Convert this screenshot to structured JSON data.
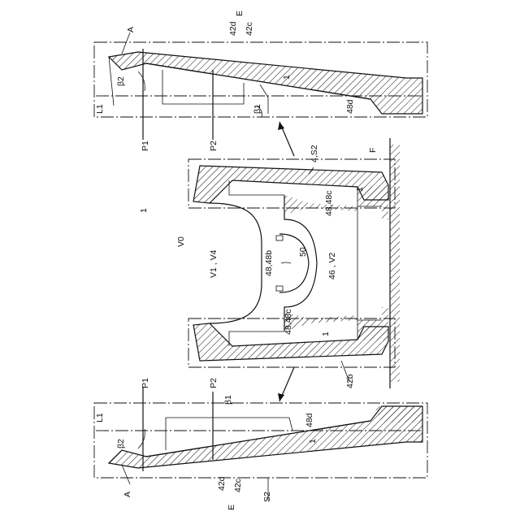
{
  "labels": {
    "A": "A",
    "E": "E",
    "F": "F",
    "L1": "L1",
    "P1": "P1",
    "P2": "P2",
    "beta1": "β1",
    "beta2": "β2",
    "ref_42d": "42d",
    "ref_42c": "42c",
    "ref_42b": "42b",
    "ref_48d": "48d",
    "ref_48_48b": "48,48b",
    "ref_48_48c": "48,48c",
    "ref_50": "50",
    "ref_46_V2": "46 , V2",
    "ref_V0": "V0",
    "ref_V1_V4": "V1 , V4",
    "ref_1": "1",
    "ref_4_S2": "4,S2",
    "ref_S2": "S2"
  }
}
